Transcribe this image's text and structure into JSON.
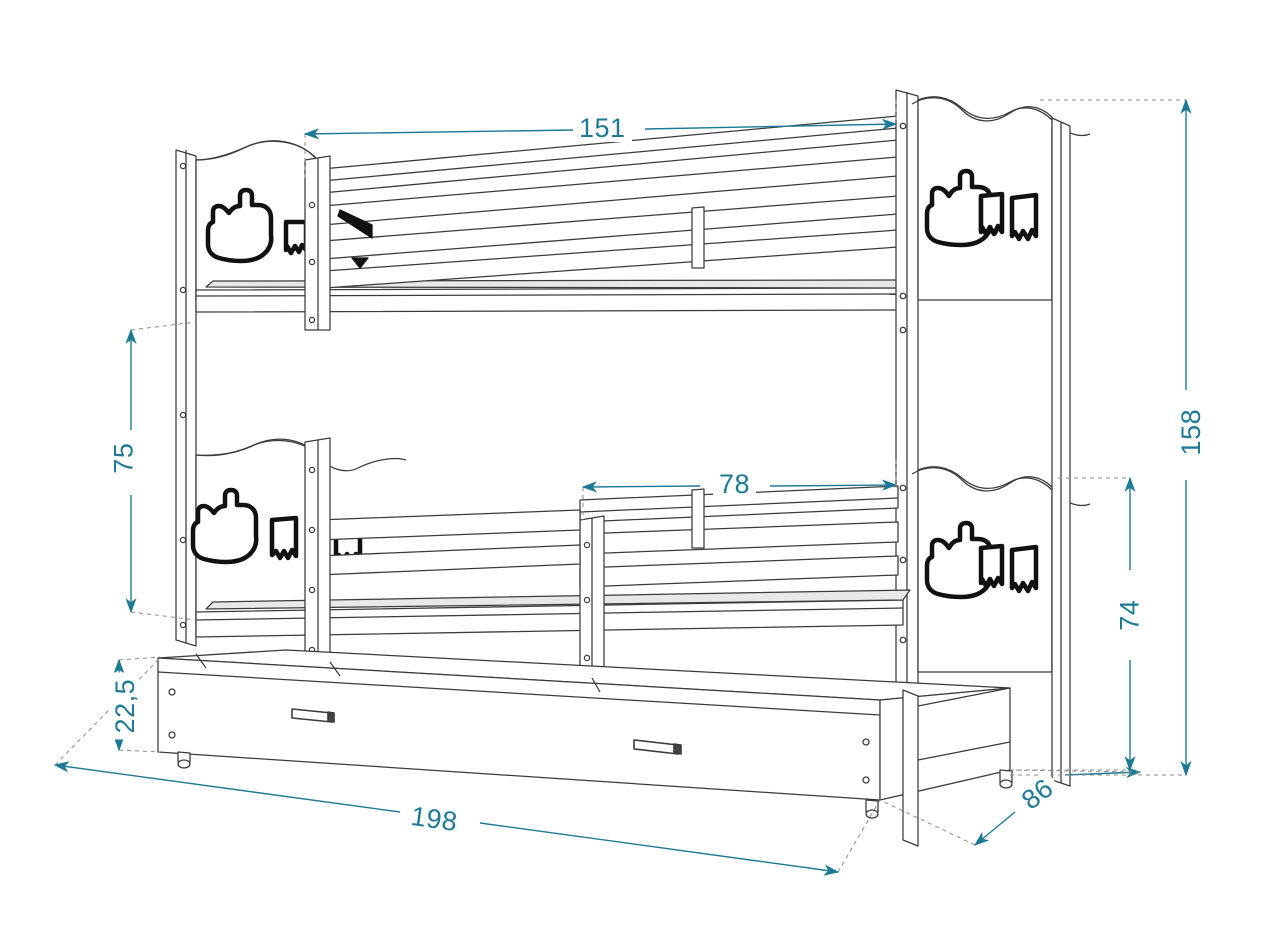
{
  "drawing": {
    "type": "technical-dimension-drawing",
    "subject": "children bunk bed with train motif and storage drawer",
    "projection": "isometric",
    "units_implied": "cm",
    "line_color": "#3b3b3b",
    "dimension_color": "#1d7a96",
    "extension_line_color": "#8c8c8c",
    "background_color": "#ffffff"
  },
  "dimensions": {
    "upper_bunk_length": {
      "label": "151",
      "orientation": "horizontal",
      "description": "upper bunk guard rail length"
    },
    "clearance_height": {
      "label": "75",
      "orientation": "vertical",
      "description": "clearance between lower mattress base and upper mattress base"
    },
    "lower_rail_length": {
      "label": "78",
      "orientation": "horizontal",
      "description": "lower bunk guard rail length"
    },
    "total_height": {
      "label": "158",
      "orientation": "vertical",
      "description": "overall bed height"
    },
    "lower_bunk_height": {
      "label": "74",
      "orientation": "vertical",
      "description": "lower bunk height from floor"
    },
    "drawer_height": {
      "label": "22,5",
      "orientation": "vertical",
      "description": "storage drawer height"
    },
    "total_length": {
      "label": "198",
      "orientation": "diagonal",
      "description": "overall bed length"
    },
    "total_depth": {
      "label": "86",
      "orientation": "diagonal",
      "description": "overall bed depth / width"
    }
  },
  "components": {
    "upper_headboard_left": "wavy-top panel with train cutout",
    "upper_headboard_right": "wavy-top panel with train cutout",
    "lower_headboard_left": "wavy-top panel with train cutout",
    "lower_headboard_right": "wavy-top panel with train cutout",
    "upper_guard_rail": "horizontal slat guard rail with vertical posts",
    "lower_guard_rail": "horizontal slat guard rail with vertical post",
    "storage_drawer": "full width pull-out drawer with two handles and casters",
    "corner_posts": "four vertical corner posts with fixing holes",
    "train_motif": "locomotive with chimney plus two wagons"
  }
}
